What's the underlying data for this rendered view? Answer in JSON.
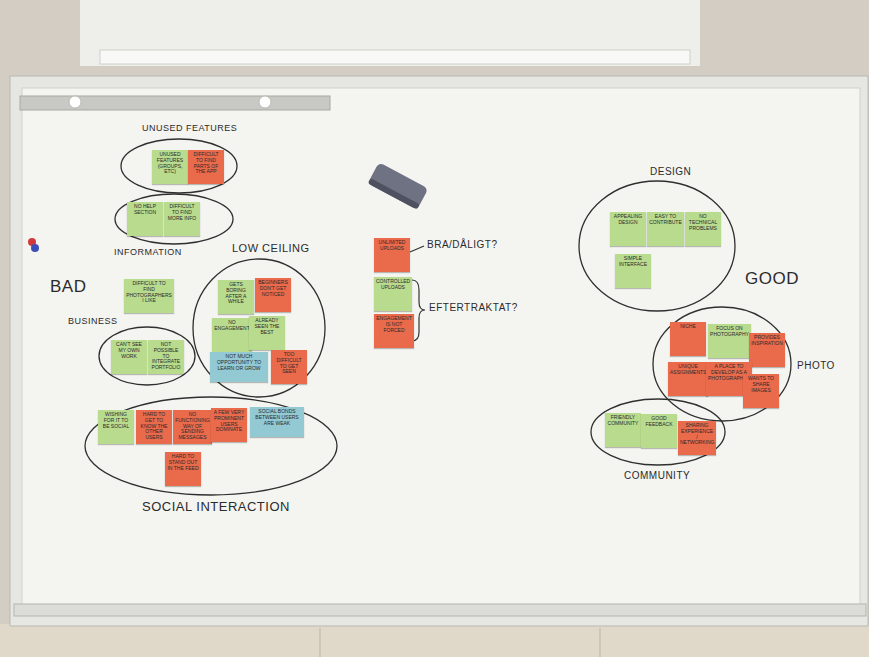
{
  "diagram": {
    "nodes": [
      {
        "text": [
          "UNUSED FEATURES"
        ]
      },
      {
        "text": [
          "UNUSED FEATURES (GROUPS, ETC)"
        ],
        "in": 0
      },
      {
        "text": [
          "DIFFICULT TO FIND PARTS OF THE APP"
        ],
        "in": 0
      },
      {
        "text": [
          "INFORMATION"
        ]
      },
      {
        "text": [
          "NO HELP SECTION"
        ],
        "in": 3
      },
      {
        "text": [
          "DIFFICULT TO FIND MORE INFO"
        ],
        "in": 3
      },
      {
        "text": [
          "DIFFICULT TO FIND PHOTOGRAPHERS I LIKE"
        ]
      },
      {
        "text": [
          "BUSINESS"
        ]
      },
      {
        "text": [
          "CAN'T SEE MY OWN WORK"
        ],
        "in": 7
      },
      {
        "text": [
          "NOT POSSIBLE TO INTEGRATE PORTFOLIO"
        ],
        "in": 7
      },
      {
        "text": [
          "LOW CEILING"
        ]
      },
      {
        "text": [
          "GETS BORING AFTER A WHILE"
        ],
        "in": 10
      },
      {
        "text": [
          "BEGINNERS DON'T GET NOTICED"
        ],
        "in": 10
      },
      {
        "text": [
          "NO ENGAGEMENT"
        ],
        "in": 10
      },
      {
        "text": [
          "ALREADY SEEN THE BEST"
        ],
        "in": 10
      },
      {
        "text": [
          "NOT MUCH OPPORTUNITY TO LEARN OR GROW"
        ],
        "in": 10
      },
      {
        "text": [
          "TOO DIFFICULT TO GET SEEN"
        ],
        "in": 10
      },
      {
        "text": [
          "SOCIAL INTERACTION"
        ]
      },
      {
        "text": [
          "WISHING FOR IT TO BE SOCIAL"
        ],
        "in": 17
      },
      {
        "text": [
          "HARD TO GET TO KNOW THE OTHER USERS"
        ],
        "in": 17
      },
      {
        "text": [
          "NO FUNCTIONING WAY OF SENDING MESSAGES"
        ],
        "in": 17
      },
      {
        "text": [
          "A FEW VERY PROMINENT USERS DOMINATE"
        ],
        "in": 17
      },
      {
        "text": [
          "SOCIAL BONDS BETWEEN USERS ARE WEAK"
        ],
        "in": 17
      },
      {
        "text": [
          "HARD TO STAND OUT IN THE FEED"
        ],
        "in": 17
      },
      {
        "text": [
          "UNLIMITED UPLOADS"
        ]
      },
      {
        "text": [
          "CONTROLLED UPLOADS"
        ]
      },
      {
        "text": [
          "ENGAGEMENT IS NOT FORCED"
        ]
      },
      {
        "text": [
          "DESIGN"
        ]
      },
      {
        "text": [
          "APPEALING DESIGN"
        ],
        "in": 27
      },
      {
        "text": [
          "EASY TO CONTRIBUTE"
        ],
        "in": 27
      },
      {
        "text": [
          "NO TECHNICAL PROBLEMS"
        ],
        "in": 27
      },
      {
        "text": [
          "SIMPLE INTERFACE"
        ],
        "in": 27
      },
      {
        "text": [
          "PHOTO"
        ]
      },
      {
        "text": [
          "NICHE"
        ],
        "in": 32
      },
      {
        "text": [
          "FOCUS ON PHOTOGRAPHY"
        ],
        "in": 32
      },
      {
        "text": [
          "PROVIDES INSPIRATION"
        ],
        "in": 32
      },
      {
        "text": [
          "UNIQUE ASSIGNMENTS"
        ],
        "in": 32
      },
      {
        "text": [
          "A PLACE TO DEVELOP AS A PHOTOGRAPHER"
        ],
        "in": 32
      },
      {
        "text": [
          "WANTS TO SHARE IMAGES"
        ],
        "in": 32
      },
      {
        "text": [
          "COMMUNITY"
        ]
      },
      {
        "text": [
          "FRIENDLY COMMUNITY"
        ],
        "in": 39
      },
      {
        "text": [
          "GOOD FEEDBACK"
        ],
        "in": 39
      },
      {
        "text": [
          "SHARING EXPERIENCE / NETWORKING"
        ],
        "in": 39
      }
    ],
    "labels": [
      "BAD",
      "GOOD",
      "BRA/DÅLIGT?",
      "EFTERTRAKTAT?"
    ]
  }
}
